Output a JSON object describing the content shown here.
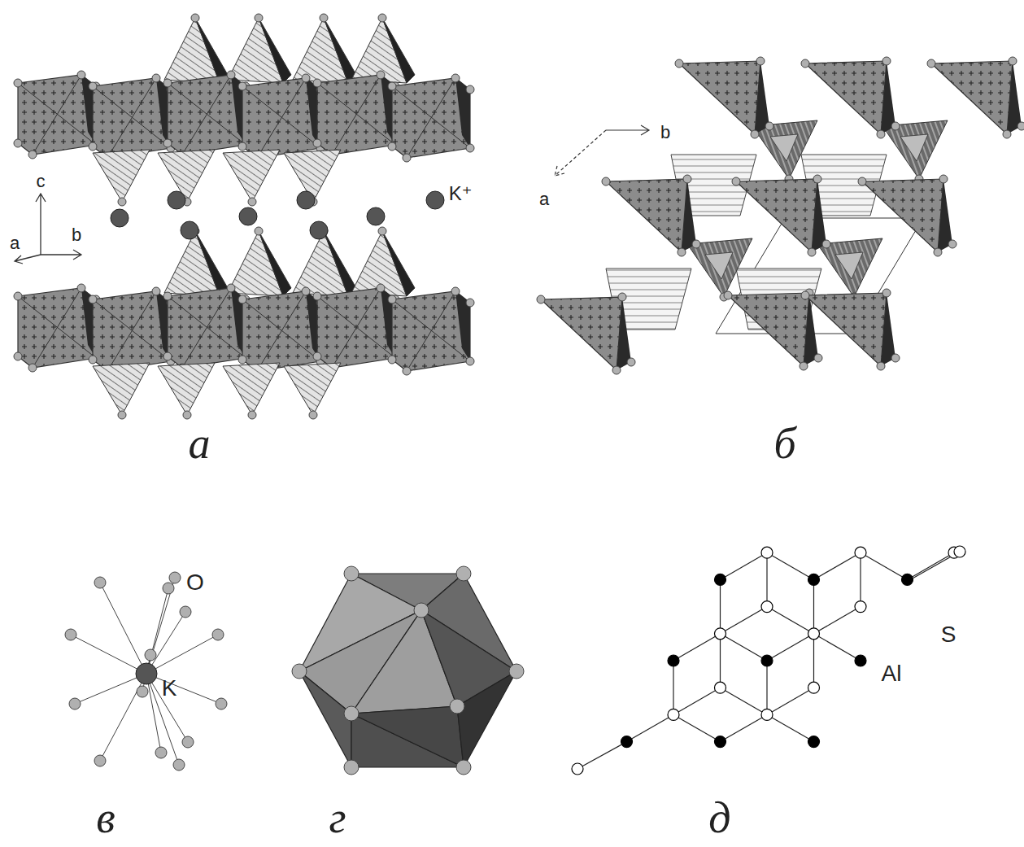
{
  "diagram": {
    "labels": [
      "c",
      "a",
      "b",
      "K⁺",
      "b",
      "a",
      "а",
      "б",
      "O",
      "K",
      "Al",
      "S",
      "в",
      "г",
      "д"
    ]
  }
}
